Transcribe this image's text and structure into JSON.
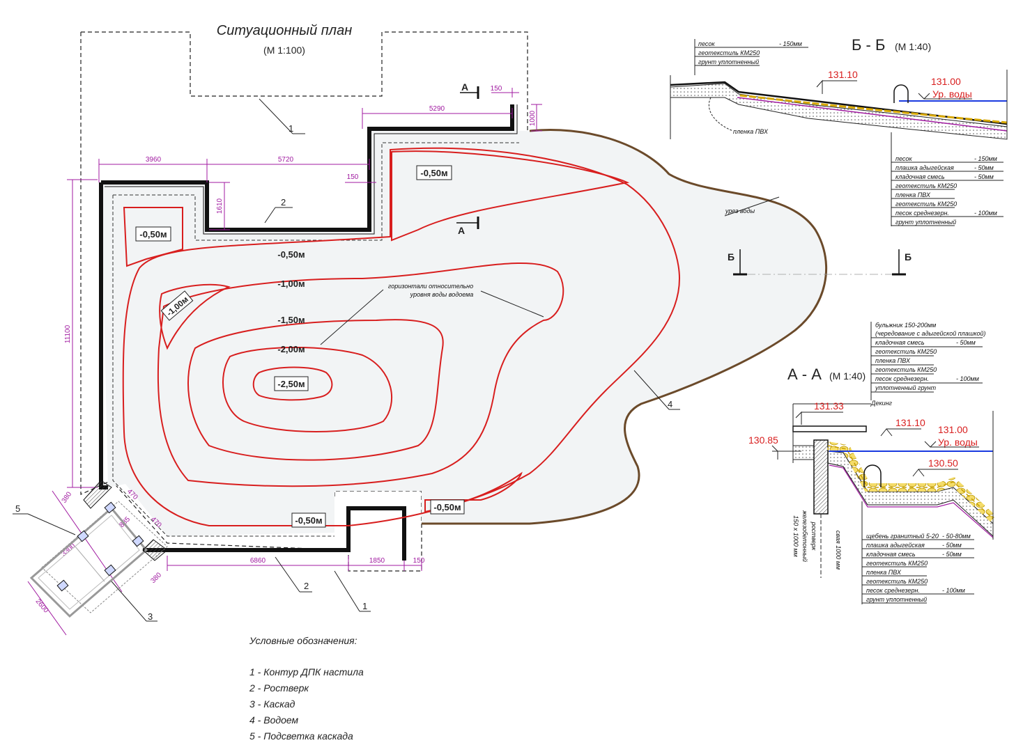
{
  "plan": {
    "title": "Ситуационный план",
    "scale": "(М 1:100)",
    "dims": {
      "d5290": "5290",
      "d150a": "150",
      "d1000": "1000",
      "d3960": "3960",
      "d5720": "5720",
      "d150b": "150",
      "d1610": "1610",
      "d11100": "11100",
      "d6860": "6860",
      "d1850": "1850",
      "d150c": "150",
      "d380a": "380",
      "d470a": "470",
      "d885": "885",
      "d470b": "470",
      "d380b": "380",
      "d3300": "3300",
      "d2600": "2600"
    },
    "contours": {
      "c050a": "-0,50м",
      "c050b": "-0,50м",
      "c050c": "-0,50м",
      "c050d": "-0,50м",
      "c050e": "-0,50м",
      "c100a": "-1,00м",
      "c100b": "-1,00м",
      "c150": "-1,50м",
      "c200": "-2,00м",
      "c250": "-2,50м"
    },
    "notes": {
      "horiz1": "горизонтали относительно",
      "horiz2": "уровня воды водоема",
      "waterline": "урез воды"
    },
    "section_marks": {
      "a": "А",
      "b": "Б"
    },
    "callouts": [
      "1",
      "2",
      "2",
      "1",
      "3",
      "4",
      "5"
    ]
  },
  "legend": {
    "title": "Условные обозначения:",
    "items": [
      "1 - Контур ДПК настила",
      "2 - Ростверк",
      "3 - Каскад",
      "4 - Водоем",
      "5 - Подсветка каскада"
    ]
  },
  "section_bb": {
    "title": "Б - Б",
    "scale": "(М 1:40)",
    "top_layers": [
      {
        "name": "песок",
        "value": "- 150мм"
      },
      {
        "name": "геотекстиль КМ250",
        "value": ""
      },
      {
        "name": "грунт уплотненный",
        "value": ""
      }
    ],
    "elev_ground": "131.10",
    "elev_water": "131.00",
    "water_label": "Ур. воды",
    "film_label": "пленка ПВХ",
    "bottom_layers": [
      {
        "name": "песок",
        "value": "- 150мм"
      },
      {
        "name": "плашка адыгейская",
        "value": "- 50мм"
      },
      {
        "name": "кладочная смесь",
        "value": "- 50мм"
      },
      {
        "name": "геотекстиль КМ250",
        "value": ""
      },
      {
        "name": "пленка ПВХ",
        "value": ""
      },
      {
        "name": "геотекстиль КМ250",
        "value": ""
      },
      {
        "name": "песок среднезерн.",
        "value": "- 100мм"
      },
      {
        "name": "грунт уплотненный",
        "value": ""
      }
    ]
  },
  "section_aa": {
    "title": "А - А",
    "scale": "(М 1:40)",
    "top_layers": [
      {
        "name": "бульжник 150-200мм",
        "value": ""
      },
      {
        "name": "(чередование с адыгейской плашкой)",
        "value": ""
      },
      {
        "name": "кладочная смесь",
        "value": "- 50мм"
      },
      {
        "name": "геотекстиль КМ250",
        "value": ""
      },
      {
        "name": "пленка ПВХ",
        "value": ""
      },
      {
        "name": "геотекстиль КМ250",
        "value": ""
      },
      {
        "name": "песок среднезерн.",
        "value": "- 100мм"
      },
      {
        "name": "уплотненный грунт",
        "value": ""
      }
    ],
    "elev_deck": "131.33",
    "deck_label": "Декинг",
    "elev_ground_left": "130.85",
    "elev_ground": "131.10",
    "elev_water": "131.00",
    "water_label": "Ур. воды",
    "elev_bottom": "130.50",
    "grillage1": "ростверк",
    "grillage2": "железобетонный",
    "grillage3": "150 х 1000 мм",
    "pile": "свая 1000 мм",
    "bottom_layers": [
      {
        "name": "щебень гранитный 5-20",
        "value": "- 50-80мм"
      },
      {
        "name": "плашка адыгейская",
        "value": "- 50мм"
      },
      {
        "name": "кладочная смесь",
        "value": "- 50мм"
      },
      {
        "name": "геотекстиль КМ250",
        "value": ""
      },
      {
        "name": "пленка ПВХ",
        "value": ""
      },
      {
        "name": "геотекстиль КМ250",
        "value": ""
      },
      {
        "name": "песок среднезерн.",
        "value": "- 100мм"
      },
      {
        "name": "грунт уплотненный",
        "value": ""
      }
    ]
  },
  "colors": {
    "contour": "#d81e1e",
    "dimension": "#a01aa0",
    "water": "#1a3ae0",
    "waterline": "#6b4a2a",
    "sand": "#e6b800"
  }
}
